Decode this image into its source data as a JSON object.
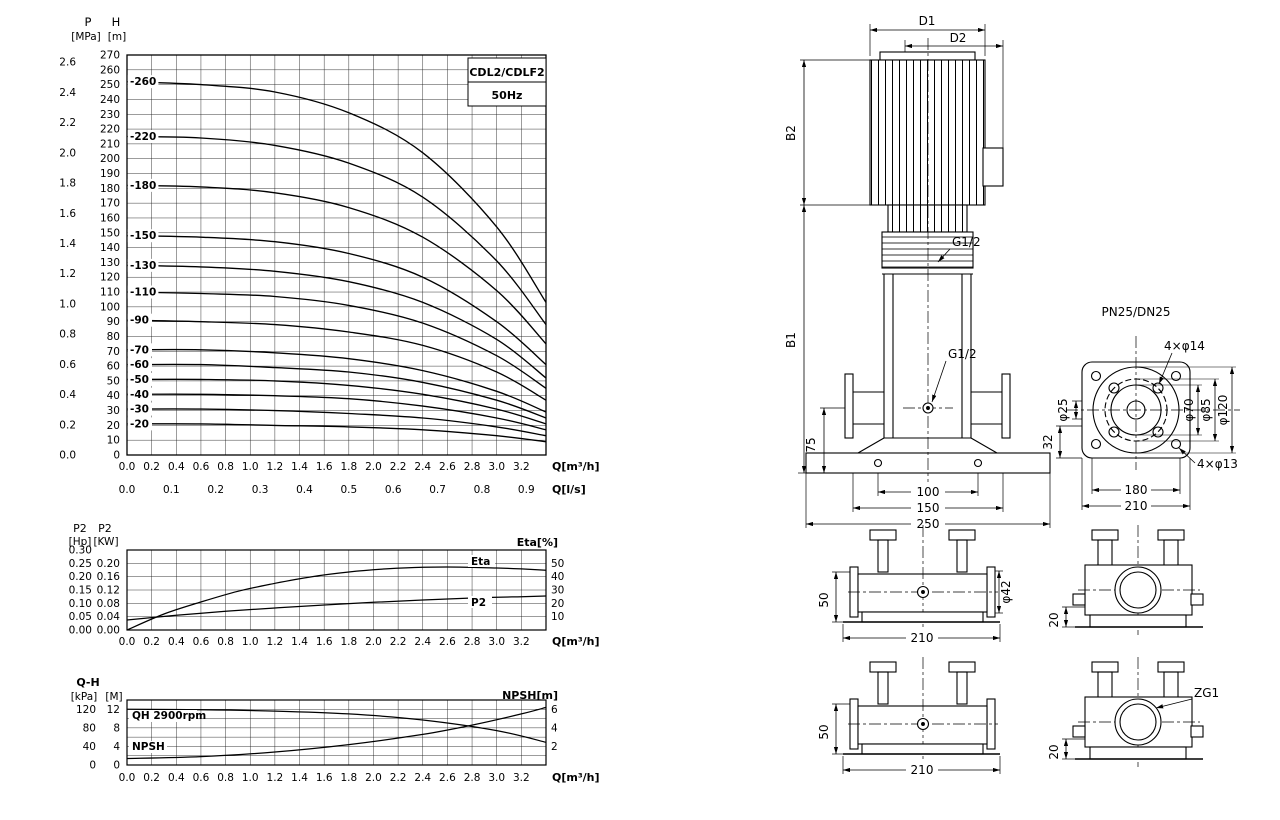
{
  "document": {
    "bg": "#ffffff",
    "ink": "#000000"
  },
  "chart_data": [
    {
      "id": "main-performance-curves",
      "type": "line",
      "title": "CDL2/CDLF2",
      "subtitle": "50Hz",
      "grid": true,
      "x_axis": {
        "label": "Q[m³/h]",
        "min": 0,
        "max": 3.4,
        "tick_step": 0.2,
        "ticks": [
          "0.0",
          "0.2",
          "0.4",
          "0.6",
          "0.8",
          "1.0",
          "1.2",
          "1.4",
          "1.6",
          "1.8",
          "2.0",
          "2.2",
          "2.4",
          "2.6",
          "2.8",
          "3.0",
          "3.2"
        ]
      },
      "x_axis_ls": {
        "label": "Q[l/s]",
        "m3h_per_ls": 3.6,
        "ticks": [
          "0.0",
          "0.1",
          "0.2",
          "0.3",
          "0.4",
          "0.5",
          "0.6",
          "0.7",
          "0.8",
          "0.9"
        ]
      },
      "y_axis_p": {
        "name": "P",
        "unit": "[MPa]",
        "min": 0,
        "max": 2.6,
        "tick_step": 0.2,
        "meters_per_mpa": 101.97
      },
      "y_axis_h": {
        "name": "H",
        "unit": "[m]",
        "min": 0,
        "max": 270,
        "tick_step": 10
      },
      "series": [
        {
          "name": "-260",
          "points": [
            [
              0,
              252
            ],
            [
              0.6,
              250
            ],
            [
              1.2,
              245
            ],
            [
              1.8,
              231
            ],
            [
              2.4,
              204
            ],
            [
              3.0,
              154
            ],
            [
              3.4,
              103
            ]
          ]
        },
        {
          "name": "-220",
          "points": [
            [
              0,
              215
            ],
            [
              0.6,
              214
            ],
            [
              1.2,
              209
            ],
            [
              1.8,
              197
            ],
            [
              2.4,
              174
            ],
            [
              3.0,
              131
            ],
            [
              3.4,
              88
            ]
          ]
        },
        {
          "name": "-180",
          "points": [
            [
              0,
              182
            ],
            [
              0.6,
              181
            ],
            [
              1.2,
              177
            ],
            [
              1.8,
              167
            ],
            [
              2.4,
              147
            ],
            [
              3.0,
              111
            ],
            [
              3.4,
              75
            ]
          ]
        },
        {
          "name": "-150",
          "points": [
            [
              0,
              148
            ],
            [
              0.6,
              147
            ],
            [
              1.2,
              144
            ],
            [
              1.8,
              136
            ],
            [
              2.4,
              120
            ],
            [
              3.0,
              90
            ],
            [
              3.4,
              61
            ]
          ]
        },
        {
          "name": "-130",
          "points": [
            [
              0,
              128
            ],
            [
              0.6,
              127
            ],
            [
              1.2,
              124
            ],
            [
              1.8,
              117
            ],
            [
              2.4,
              103
            ],
            [
              3.0,
              78
            ],
            [
              3.4,
              52
            ]
          ]
        },
        {
          "name": "-110",
          "points": [
            [
              0,
              110
            ],
            [
              0.6,
              109
            ],
            [
              1.2,
              107
            ],
            [
              1.8,
              101
            ],
            [
              2.4,
              89
            ],
            [
              3.0,
              67
            ],
            [
              3.4,
              45
            ]
          ]
        },
        {
          "name": "-90",
          "points": [
            [
              0,
              91
            ],
            [
              0.6,
              90
            ],
            [
              1.2,
              88
            ],
            [
              1.8,
              83
            ],
            [
              2.4,
              74
            ],
            [
              3.0,
              56
            ],
            [
              3.4,
              37
            ]
          ]
        },
        {
          "name": "-70",
          "points": [
            [
              0,
              71
            ],
            [
              0.6,
              71
            ],
            [
              1.2,
              69
            ],
            [
              1.8,
              65
            ],
            [
              2.4,
              57
            ],
            [
              3.0,
              43
            ],
            [
              3.4,
              29
            ]
          ]
        },
        {
          "name": "-60",
          "points": [
            [
              0,
              61
            ],
            [
              0.6,
              61
            ],
            [
              1.2,
              59
            ],
            [
              1.8,
              56
            ],
            [
              2.4,
              49
            ],
            [
              3.0,
              37
            ],
            [
              3.4,
              25
            ]
          ]
        },
        {
          "name": "-50",
          "points": [
            [
              0,
              51
            ],
            [
              0.6,
              51
            ],
            [
              1.2,
              50
            ],
            [
              1.8,
              47
            ],
            [
              2.4,
              41
            ],
            [
              3.0,
              31
            ],
            [
              3.4,
              21
            ]
          ]
        },
        {
          "name": "-40",
          "points": [
            [
              0,
              41
            ],
            [
              0.6,
              41
            ],
            [
              1.2,
              40
            ],
            [
              1.8,
              38
            ],
            [
              2.4,
              33
            ],
            [
              3.0,
              25
            ],
            [
              3.4,
              17
            ]
          ]
        },
        {
          "name": "-30",
          "points": [
            [
              0,
              31
            ],
            [
              0.6,
              31
            ],
            [
              1.2,
              30
            ],
            [
              1.8,
              28
            ],
            [
              2.4,
              25
            ],
            [
              3.0,
              19
            ],
            [
              3.4,
              13
            ]
          ]
        },
        {
          "name": "-20",
          "points": [
            [
              0,
              21
            ],
            [
              0.6,
              21
            ],
            [
              1.2,
              20
            ],
            [
              1.8,
              19
            ],
            [
              2.4,
              17
            ],
            [
              3.0,
              13
            ],
            [
              3.4,
              9
            ]
          ]
        }
      ]
    },
    {
      "id": "power-efficiency",
      "type": "line",
      "x_axis": {
        "label": "Q[m³/h]",
        "min": 0,
        "max": 3.4,
        "tick_step": 0.2,
        "ticks": [
          "0.0",
          "0.2",
          "0.4",
          "0.6",
          "0.8",
          "1.0",
          "1.2",
          "1.4",
          "1.6",
          "1.8",
          "2.0",
          "2.2",
          "2.4",
          "2.6",
          "2.8",
          "3.0",
          "3.2"
        ]
      },
      "y_axis_hp": {
        "name": "P2",
        "unit": "[Hp]",
        "max": 0.3,
        "ticks": [
          "0.30",
          "0.25",
          "0.20",
          "0.15",
          "0.10",
          "0.05",
          "0.00"
        ]
      },
      "y_axis_kw": {
        "name": "P2",
        "unit": "[KW]",
        "max": 0.24,
        "ticks": [
          "0.20",
          "0.16",
          "0.12",
          "0.08",
          "0.04",
          "0.00"
        ]
      },
      "y_axis_eta": {
        "label": "Eta[%]",
        "max": 60,
        "ticks": [
          50,
          40,
          30,
          20,
          10
        ]
      },
      "series": [
        {
          "name": "Eta",
          "axis": "eta",
          "points": [
            [
              0,
              0
            ],
            [
              0.3,
              12
            ],
            [
              0.6,
              21
            ],
            [
              0.9,
              29
            ],
            [
              1.2,
              35
            ],
            [
              1.5,
              40
            ],
            [
              1.8,
              43.5
            ],
            [
              2.1,
              45.8
            ],
            [
              2.4,
              47
            ],
            [
              2.7,
              47.2
            ],
            [
              3.0,
              46.5
            ],
            [
              3.2,
              45.8
            ],
            [
              3.4,
              44.8
            ]
          ]
        },
        {
          "name": "P2",
          "axis": "kw",
          "points": [
            [
              0,
              0.03
            ],
            [
              0.4,
              0.044
            ],
            [
              0.8,
              0.056
            ],
            [
              1.2,
              0.066
            ],
            [
              1.6,
              0.075
            ],
            [
              2.0,
              0.083
            ],
            [
              2.4,
              0.09
            ],
            [
              2.8,
              0.096
            ],
            [
              3.2,
              0.1
            ],
            [
              3.4,
              0.102
            ]
          ]
        }
      ]
    },
    {
      "id": "qh-npsh",
      "type": "line",
      "header": "Q-H",
      "x_axis": {
        "label": "Q[m³/h]",
        "min": 0,
        "max": 3.4,
        "tick_step": 0.2,
        "ticks": [
          "0.0",
          "0.2",
          "0.4",
          "0.6",
          "0.8",
          "1.0",
          "1.2",
          "1.4",
          "1.6",
          "1.8",
          "2.0",
          "2.2",
          "2.4",
          "2.6",
          "2.8",
          "3.0",
          "3.2"
        ]
      },
      "y_axis_kpa": {
        "unit": "[kPa]",
        "max": 140,
        "ticks": [
          120,
          80,
          40,
          0
        ]
      },
      "y_axis_m": {
        "unit": "[M]",
        "max": 14,
        "ticks": [
          12,
          8,
          4,
          0
        ]
      },
      "y_axis_npsh": {
        "label": "NPSH[m]",
        "max": 7,
        "ticks": [
          6,
          4,
          2
        ]
      },
      "series": [
        {
          "name": "QH 2900rpm",
          "axis": "m",
          "points": [
            [
              0,
              12
            ],
            [
              0.6,
              11.9
            ],
            [
              1.2,
              11.6
            ],
            [
              1.8,
              11.0
            ],
            [
              2.4,
              9.7
            ],
            [
              3.0,
              7.4
            ],
            [
              3.4,
              4.9
            ]
          ]
        },
        {
          "name": "NPSH",
          "axis": "npsh",
          "points": [
            [
              0,
              0.7
            ],
            [
              0.6,
              0.9
            ],
            [
              1.2,
              1.4
            ],
            [
              1.8,
              2.2
            ],
            [
              2.4,
              3.3
            ],
            [
              2.8,
              4.3
            ],
            [
              3.2,
              5.5
            ],
            [
              3.4,
              6.2
            ]
          ]
        }
      ]
    }
  ],
  "drawing": {
    "front_view": {
      "d1": "D1",
      "d2": "D2",
      "b1": "B1",
      "b2": "B2",
      "g12_vent": "G1/2",
      "g12_drain": "G1/2",
      "h75": "75",
      "w100": "100",
      "w150": "150",
      "w250": "250"
    },
    "flange_view": {
      "title": "PN25/DN25",
      "bolts_top": "4×φ14",
      "bore": "φ25",
      "d70": "φ70",
      "d85": "φ85",
      "d120": "φ120",
      "h32": "32",
      "w180": "180",
      "w210": "210",
      "bolts_bottom": "4×φ13"
    },
    "base_front_a": {
      "h50": "50",
      "w210": "210",
      "d42": "φ42"
    },
    "base_side_a": {
      "h20": "20"
    },
    "base_front_b": {
      "h50": "50",
      "w210": "210"
    },
    "base_side_b": {
      "h20": "20",
      "zg1": "ZG1"
    }
  }
}
